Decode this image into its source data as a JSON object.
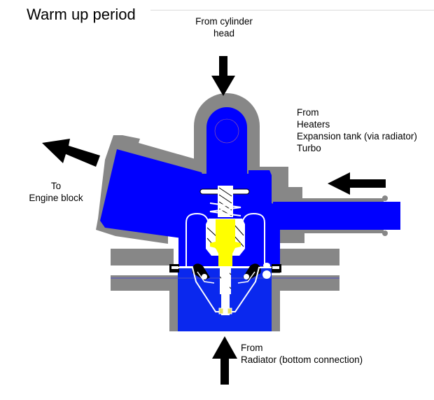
{
  "title": "Warm up period",
  "labels": {
    "cylinder_head": [
      "From cylinder",
      "head"
    ],
    "engine_block": [
      "To",
      "Engine block"
    ],
    "heaters_group": [
      "From",
      "Heaters",
      "Expansion tank (via radiator)",
      "Turbo"
    ],
    "radiator": [
      "From",
      "Radiator (bottom connection)"
    ]
  },
  "flow_arrows": [
    {
      "name": "from-cylinder-head",
      "direction": "down"
    },
    {
      "name": "to-engine-block",
      "direction": "up-left"
    },
    {
      "name": "from-heaters",
      "direction": "left"
    },
    {
      "name": "from-radiator",
      "direction": "up"
    }
  ],
  "colors": {
    "housing": "#878787",
    "coolant_upper": "#0000ff",
    "coolant_lower": "#0a28ee",
    "wax_element": "#ffff00",
    "valve_parts": "#ffffff",
    "seal": "#000000",
    "arrows": "#000000"
  }
}
